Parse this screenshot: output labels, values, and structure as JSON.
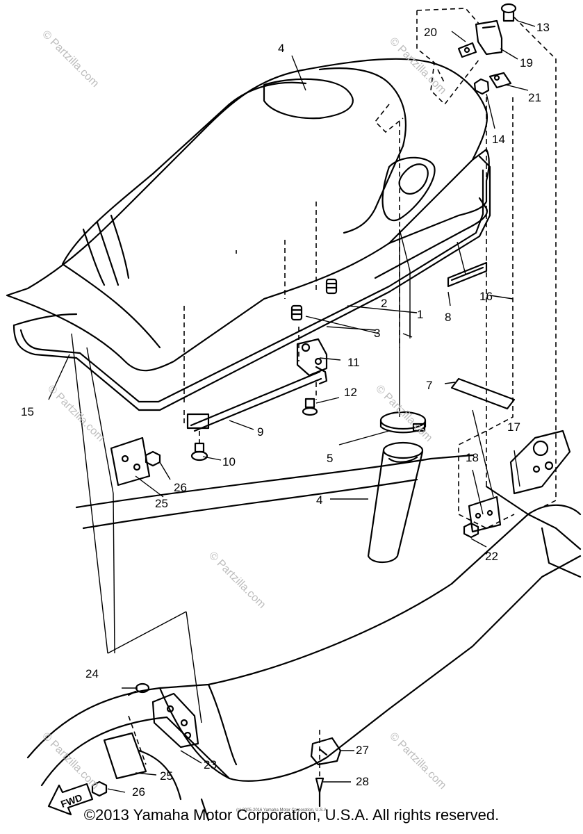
{
  "diagram": {
    "part_labels": [
      "1",
      "2",
      "3",
      "4",
      "4",
      "5",
      "7",
      "8",
      "9",
      "10",
      "11",
      "12",
      "13",
      "14",
      "15",
      "16",
      "17",
      "18",
      "19",
      "20",
      "21",
      "22",
      "23",
      "24",
      "25",
      "25",
      "26",
      "26",
      "27",
      "28"
    ],
    "direction_label": "FWD",
    "watermarks": [
      "© Partzilla.com",
      "© Partzilla.com",
      "© Partzilla.com",
      "© Partzilla.com",
      "© Partzilla.com",
      "© Partzilla.com",
      "© Partzilla.com"
    ]
  },
  "footer": {
    "copyright": "©2013 Yamaha Motor Corporation, U.S.A. All rights reserved.",
    "fine_print": "(c) 2005-2016 Yamaha Motor Corporation, U.S.A."
  },
  "colors": {
    "line": "#000000",
    "watermark": "#bdbdbd",
    "background": "#ffffff"
  }
}
